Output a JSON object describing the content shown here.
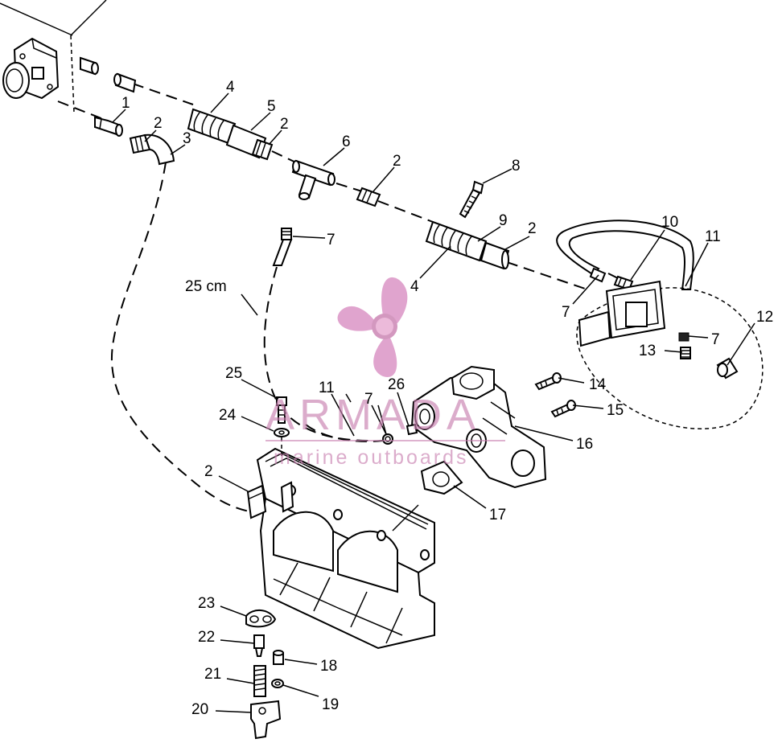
{
  "diagram": {
    "measurement_label": "25 cm",
    "callouts": [
      {
        "id": "c1",
        "text": "1"
      },
      {
        "id": "c2a",
        "text": "2"
      },
      {
        "id": "c3",
        "text": "3"
      },
      {
        "id": "c4a",
        "text": "4"
      },
      {
        "id": "c5",
        "text": "5"
      },
      {
        "id": "c2b",
        "text": "2"
      },
      {
        "id": "c6",
        "text": "6"
      },
      {
        "id": "c2c",
        "text": "2"
      },
      {
        "id": "c8",
        "text": "8"
      },
      {
        "id": "c7a",
        "text": "7"
      },
      {
        "id": "c9",
        "text": "9"
      },
      {
        "id": "c2d",
        "text": "2"
      },
      {
        "id": "c4b",
        "text": "4"
      },
      {
        "id": "c10",
        "text": "10"
      },
      {
        "id": "c11a",
        "text": "11"
      },
      {
        "id": "c7b",
        "text": "7"
      },
      {
        "id": "c12",
        "text": "12"
      },
      {
        "id": "c7c",
        "text": "7"
      },
      {
        "id": "c13",
        "text": "13"
      },
      {
        "id": "c14",
        "text": "14"
      },
      {
        "id": "c15",
        "text": "15"
      },
      {
        "id": "c16",
        "text": "16"
      },
      {
        "id": "c25",
        "text": "25"
      },
      {
        "id": "c11b",
        "text": "11"
      },
      {
        "id": "c26",
        "text": "26"
      },
      {
        "id": "c7d",
        "text": "7"
      },
      {
        "id": "c24",
        "text": "24"
      },
      {
        "id": "c2e",
        "text": "2"
      },
      {
        "id": "c17",
        "text": "17"
      },
      {
        "id": "c23",
        "text": "23"
      },
      {
        "id": "c22",
        "text": "22"
      },
      {
        "id": "c18",
        "text": "18"
      },
      {
        "id": "c21",
        "text": "21"
      },
      {
        "id": "c19",
        "text": "19"
      },
      {
        "id": "c20",
        "text": "20"
      }
    ]
  },
  "watermark": {
    "brand": "ARMADA",
    "tagline": "marine outboards",
    "color": "#c97fb0"
  }
}
